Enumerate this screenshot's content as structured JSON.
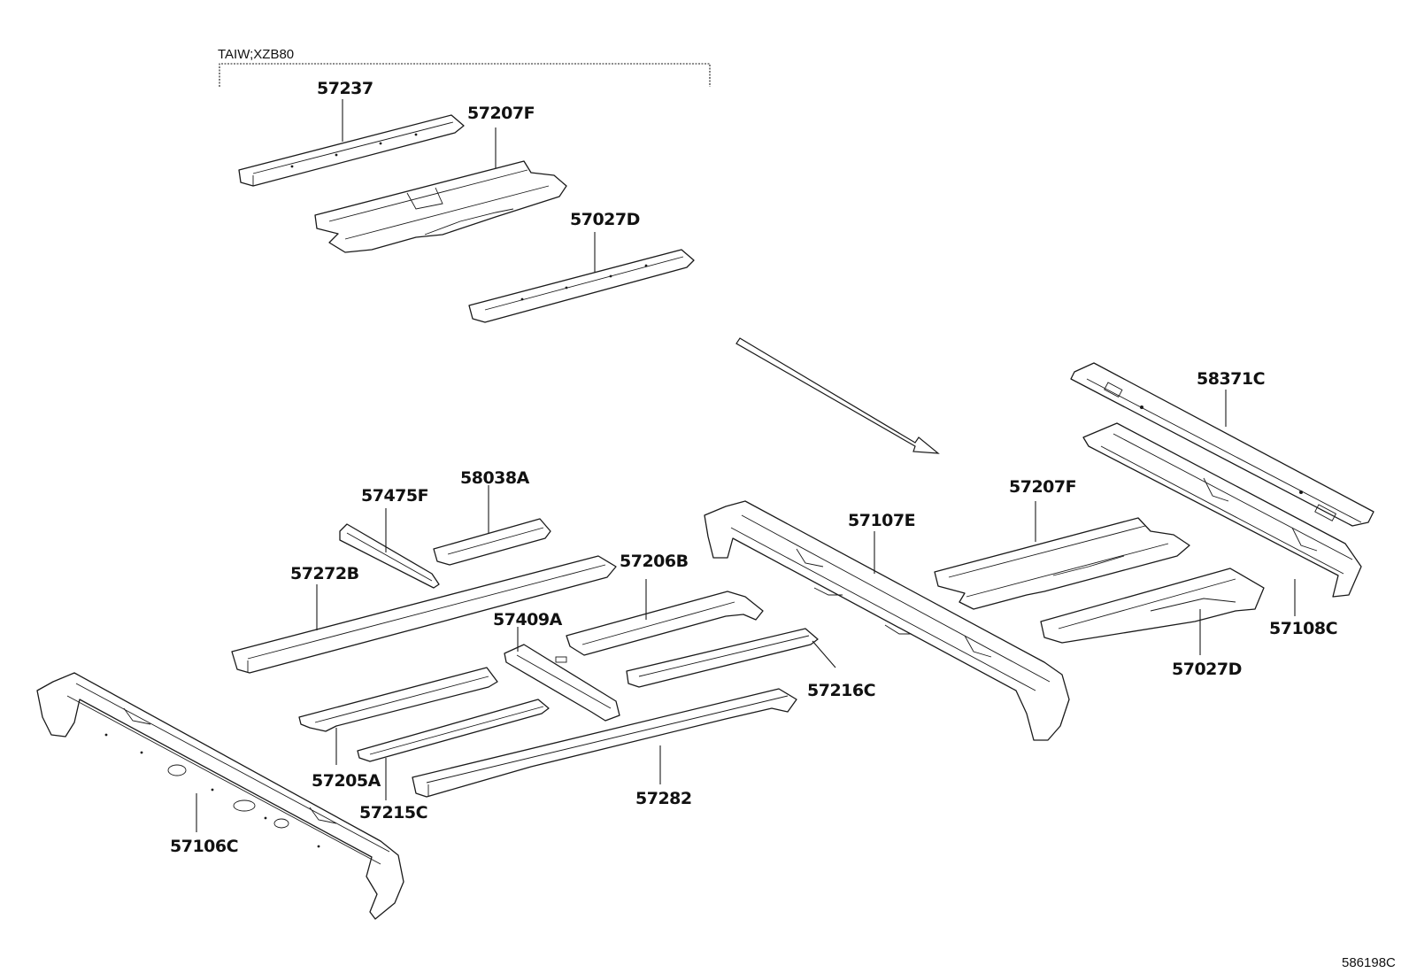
{
  "group_label": "TAIW;XZB80",
  "drawing_number": "586198C",
  "parts": {
    "p57237": "57237",
    "p57207F_top": "57207F",
    "p57027D_top": "57027D",
    "p58371C": "58371C",
    "p57207F_right": "57207F",
    "p57107E": "57107E",
    "p57108C": "57108C",
    "p57027D_right": "57027D",
    "p58038A": "58038A",
    "p57475F": "57475F",
    "p57272B": "57272B",
    "p57206B": "57206B",
    "p57409A": "57409A",
    "p57216C": "57216C",
    "p57205A": "57205A",
    "p57215C": "57215C",
    "p57282": "57282",
    "p57106C": "57106C"
  }
}
